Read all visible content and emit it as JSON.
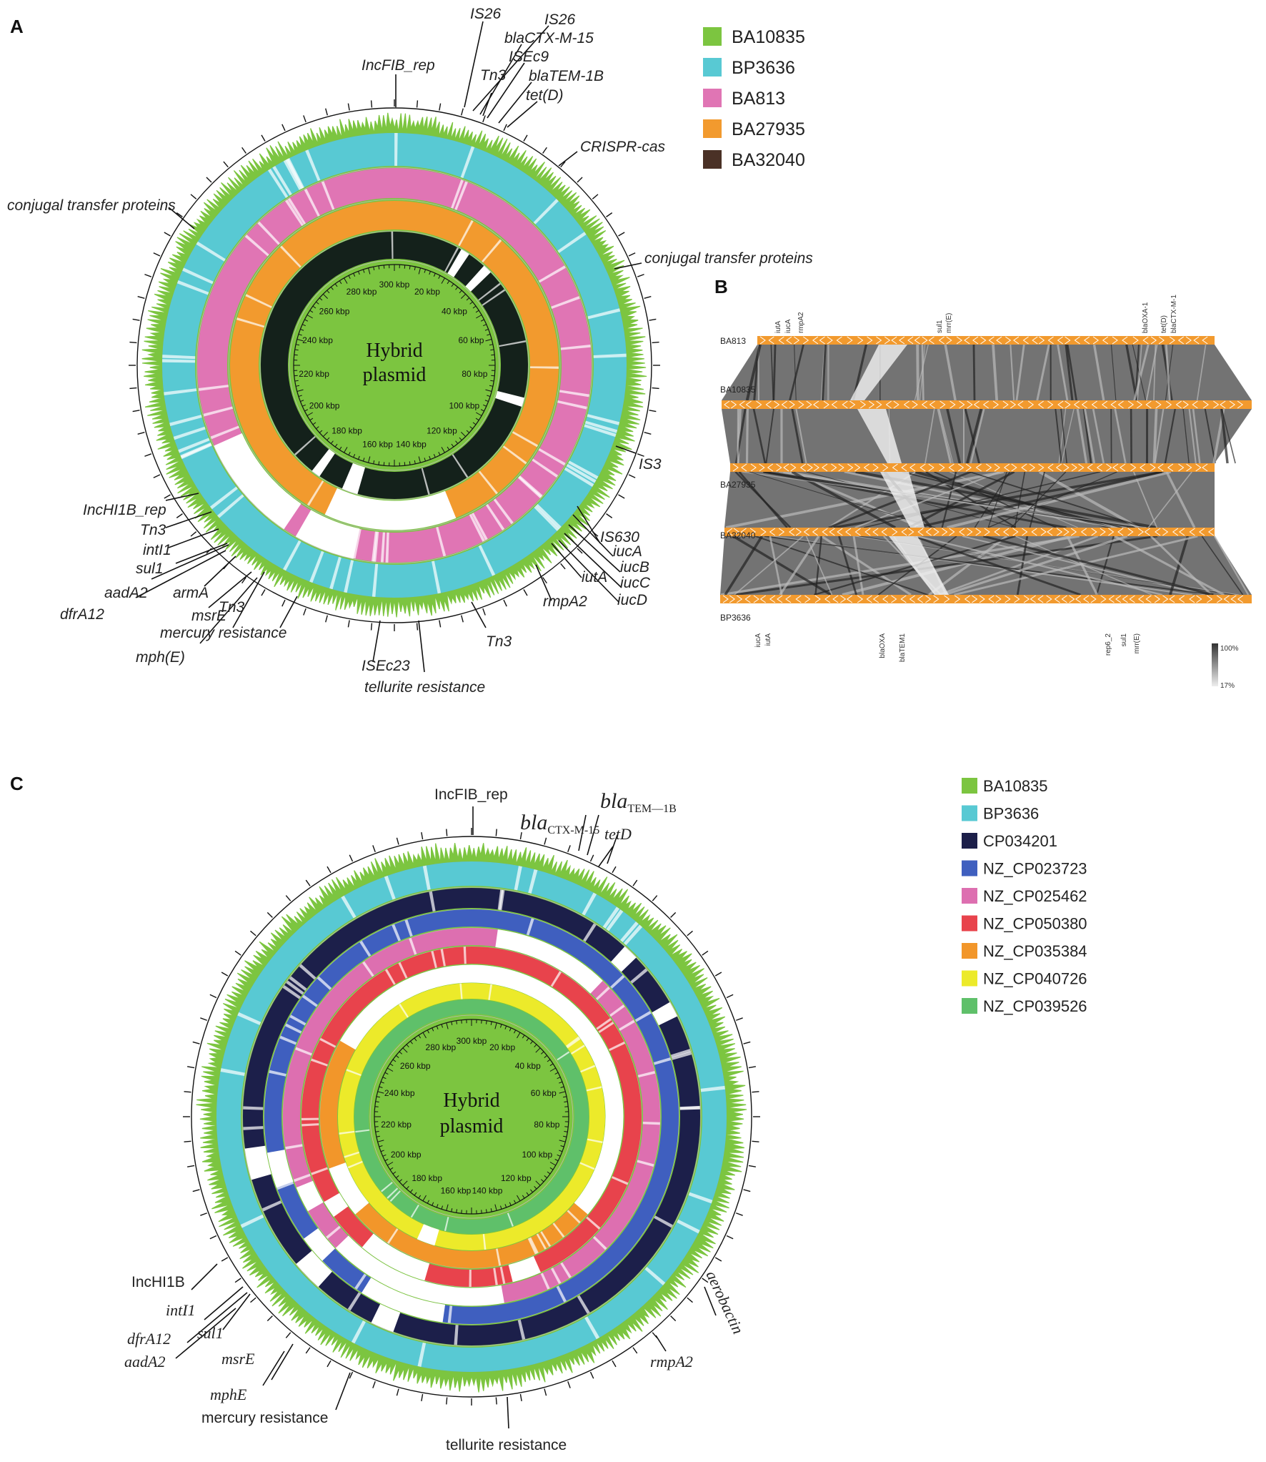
{
  "panels": {
    "a": {
      "letter": "A",
      "center_title": [
        "Hybrid",
        "plasmid"
      ],
      "tick_labels": [
        "300 kbp",
        "20 kbp",
        "40 kbp",
        "60 kbp",
        "80 kbp",
        "100 kbp",
        "120 kbp",
        "140 kbp",
        "160 kbp",
        "180 kbp",
        "200 kbp",
        "220 kbp",
        "240 kbp",
        "260 kbp",
        "280 kbp"
      ],
      "legend": [
        {
          "name": "BA10835",
          "color": "#7cc540"
        },
        {
          "name": "BP3636",
          "color": "#58c9d3"
        },
        {
          "name": "BA813",
          "color": "#e075b4"
        },
        {
          "name": "BA27935",
          "color": "#f29a2e"
        },
        {
          "name": "BA32040",
          "color": "#4a3126"
        }
      ],
      "annotations": [
        "IS26",
        "IS26",
        "blaCTX-M-15",
        "ISEc9",
        "Tn3",
        "blaTEM-1B",
        "tet(D)",
        "IncFIB_rep",
        "CRISPR-cas",
        "conjugal transfer proteins",
        "conjugal transfer proteins",
        "IS3",
        "IS630",
        "iucA",
        "iucB",
        "iucC",
        "iucD",
        "iutA",
        "rmpA2",
        "Tn3",
        "tellurite resistance",
        "ISEc23",
        "mercury resistance",
        "mph(E)",
        "msrE",
        "Tn3",
        "armA",
        "sul1",
        "intI1",
        "aadA2",
        "dfrA12",
        "Tn3",
        "IncHI1B_rep"
      ]
    },
    "b": {
      "letter": "B",
      "tracks": [
        "BA813",
        "BA10835",
        "BA27935",
        "BA32040",
        "BP3636"
      ],
      "genes_top": [
        "iutA",
        "iucA",
        "rmpA2",
        "sul1",
        "mrr(E)",
        "blaOXA-1",
        "tet(D)",
        "blaCTX-M-1"
      ],
      "genes_bottom": [
        "iucA",
        "iutA",
        "blaOXA",
        "blaTEM1",
        "rep6_2",
        "sul1",
        "mrr(E)"
      ],
      "scale": [
        "100%",
        "17%"
      ]
    },
    "c": {
      "letter": "C",
      "center_title": [
        "Hybrid",
        "plasmid"
      ],
      "tick_labels": [
        "300 kbp",
        "20 kbp",
        "40 kbp",
        "60 kbp",
        "80 kbp",
        "100 kbp",
        "120 kbp",
        "140 kbp",
        "160 kbp",
        "180 kbp",
        "200 kbp",
        "220 kbp",
        "240 kbp",
        "260 kbp",
        "280 kbp"
      ],
      "legend": [
        {
          "name": "BA10835",
          "color": "#7cc540"
        },
        {
          "name": "BP3636",
          "color": "#58c9d3"
        },
        {
          "name": "CP034201",
          "color": "#1c1f4a"
        },
        {
          "name": "NZ_CP023723",
          "color": "#3f5fbf"
        },
        {
          "name": "NZ_CP025462",
          "color": "#dd6fb0"
        },
        {
          "name": "NZ_CP050380",
          "color": "#e8434c"
        },
        {
          "name": "NZ_CP035384",
          "color": "#f2962a"
        },
        {
          "name": "NZ_CP040726",
          "color": "#ecea2a"
        },
        {
          "name": "NZ_CP039526",
          "color": "#5fc06a"
        }
      ],
      "annotations": {
        "incfib": "IncFIB_rep",
        "bla_ctx": "bla",
        "bla_ctx_sub": "CTX-M-15",
        "bla_tem": "bla",
        "bla_tem_sub": "TEM—1B",
        "tetD": "tetD",
        "aerobactin": "aerobactin",
        "rmpA2": "rmpA2",
        "tellurite": "tellurite resistance",
        "mercury": "mercury resistance",
        "mphE": "mphE",
        "msrE": "msrE",
        "sul1": "sul1",
        "intI1": "intI1",
        "dfrA12": "dfrA12",
        "aadA2": "aadA2",
        "IncHI1B": "IncHI1B"
      }
    }
  }
}
